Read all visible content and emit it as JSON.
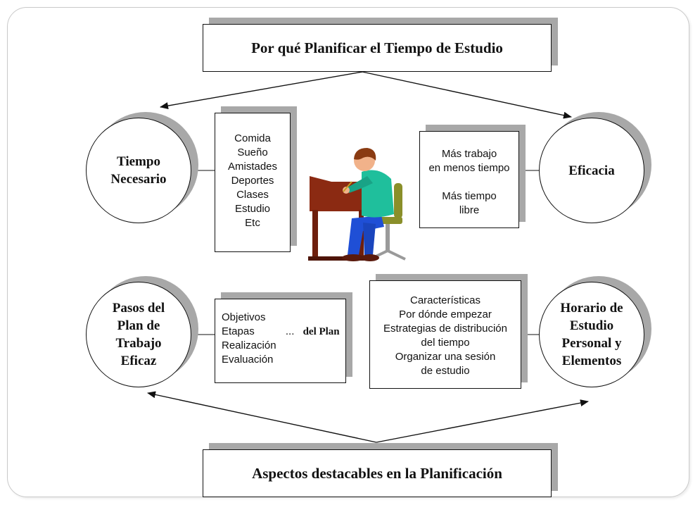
{
  "title": "Por qué Planificar el Tiempo de Estudio",
  "bottom_title": "Aspectos destacables en la Planificación",
  "circles": {
    "tiempo": "Tiempo\nNecesario",
    "eficacia": "Eficacia",
    "pasos": "Pasos del\nPlan de\nTrabajo\nEficaz",
    "horario": "Horario de\nEstudio\nPersonal y\nElementos"
  },
  "tiempo_list": [
    "Comida",
    "Sueño",
    "Amistades",
    "Deportes",
    "Clases",
    "Estudio",
    "Etc"
  ],
  "eficacia_list": {
    "line1": "Más trabajo",
    "line2": "en menos tiempo",
    "line3": "Más tiempo",
    "line4": "libre"
  },
  "pasos_list": [
    "Objetivos",
    "Etapas",
    "Realización",
    "Evaluación"
  ],
  "pasos_suffix": {
    "ellipsis": "...",
    "label": "del Plan"
  },
  "horario_list": [
    "Características",
    "Por dónde empezar",
    "Estrategias de distribución",
    "del tiempo",
    "Organizar una sesión",
    "de estudio"
  ],
  "icon": "student-at-desk-icon"
}
